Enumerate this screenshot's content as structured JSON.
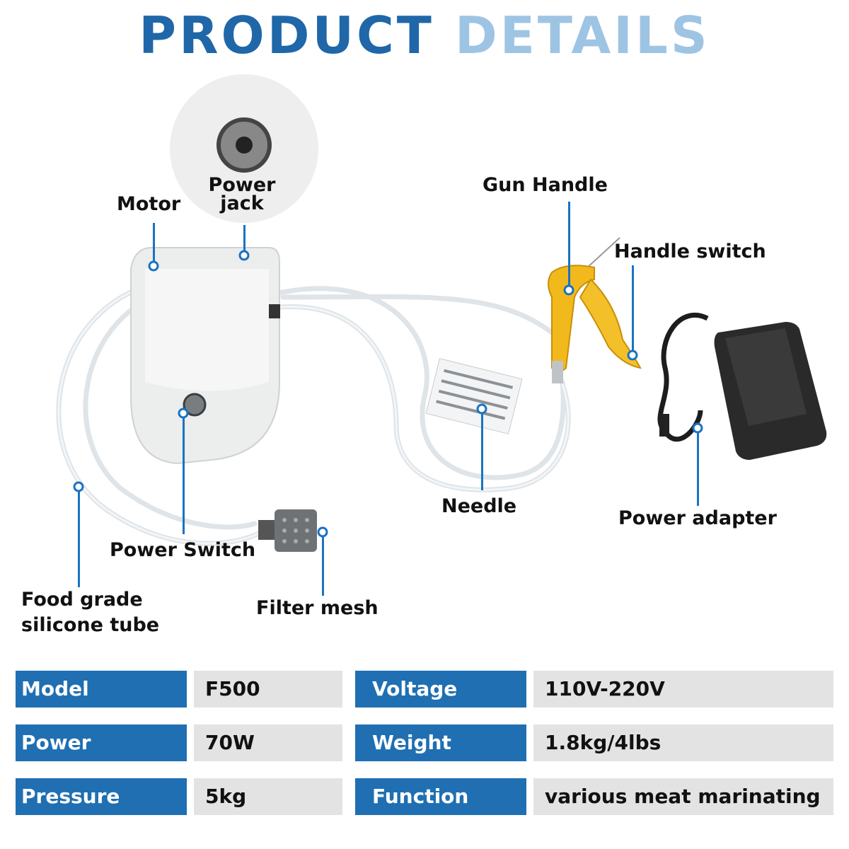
{
  "title": {
    "main": "PRODUCT",
    "faded": "DETAILS"
  },
  "labels": {
    "power_jack_line1": "Power",
    "power_jack_line2": "jack",
    "motor": "Motor",
    "gun_handle": "Gun Handle",
    "handle_switch": "Handle switch",
    "needle": "Needle",
    "power_adapter": "Power adapter",
    "power_switch": "Power Switch",
    "filter_mesh": "Filter mesh",
    "tube_line1": "Food grade",
    "tube_line2": "silicone tube"
  },
  "specs": [
    {
      "k1": "Model",
      "v1": "F500",
      "k2": "Voltage",
      "v2": "110V-220V"
    },
    {
      "k1": "Power",
      "v1": "70W",
      "k2": "Weight",
      "v2": "1.8kg/4lbs"
    },
    {
      "k1": "Pressure",
      "v1": "5kg",
      "k2": "Function",
      "v2": "various meat marinating"
    }
  ],
  "colors": {
    "accent": "#1f6fb2",
    "title": "#1f67a8",
    "cell_bg": "#e3e3e3",
    "gun_yellow": "#f2b91d"
  }
}
